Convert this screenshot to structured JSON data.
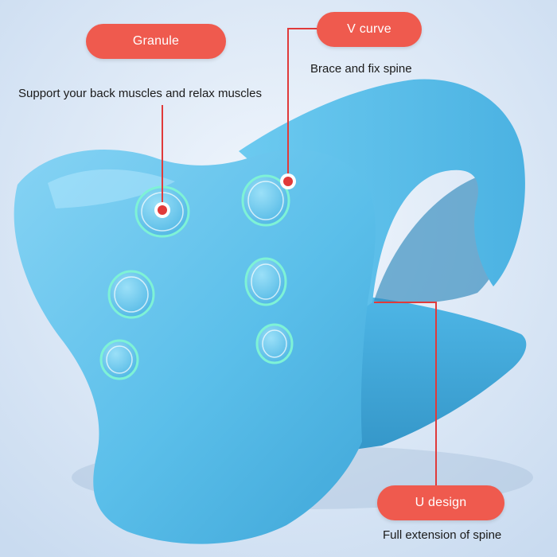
{
  "colors": {
    "accent": "#EF5A4E",
    "leader_line": "#E03A3A",
    "pillow_blue": "#5BBFEA",
    "nub_glow": "#7EF2D6",
    "background": "#DCE8F6"
  },
  "callouts": {
    "granule": {
      "label": "Granule",
      "description": "Support your back muscles and relax muscles"
    },
    "v_curve": {
      "label": "V curve",
      "description": "Brace and fix spine"
    },
    "u_design": {
      "label": "U design",
      "description": "Full extension of spine"
    }
  }
}
